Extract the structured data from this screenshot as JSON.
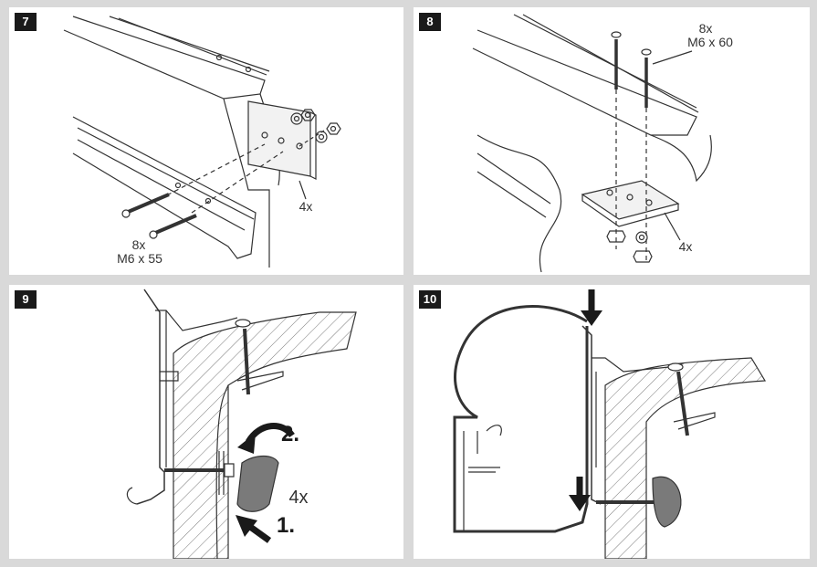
{
  "panels": [
    {
      "number": "7",
      "labels": {
        "qty_bolts": "8x",
        "bolt_size": "M6 x 55",
        "qty_plates": "4x"
      }
    },
    {
      "number": "8",
      "labels": {
        "qty_bolts": "8x",
        "bolt_size": "M6 x 60",
        "qty_plates": "4x"
      }
    },
    {
      "number": "9",
      "labels": {
        "qty": "4x",
        "step1": "1.",
        "step2": "2."
      }
    },
    {
      "number": "10",
      "labels": {}
    }
  ],
  "colors": {
    "background": "#d9d9d9",
    "panel": "#ffffff",
    "line": "#333333",
    "badge": "#1a1a1a",
    "fill_gray": "#7a7a7a"
  },
  "icons": [
    "arrow-down-icon",
    "rotate-arrow-icon",
    "push-arrow-icon"
  ]
}
